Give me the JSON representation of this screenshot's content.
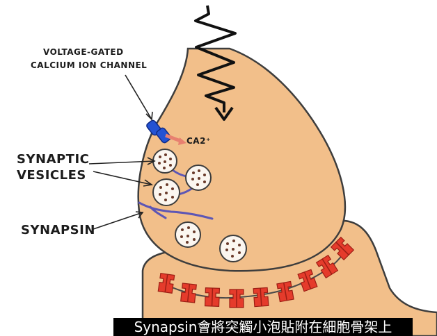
{
  "labels": {
    "channel_line1": "VOLTAGE-GATED",
    "channel_line2": "CALCIUM ION CHANNEL",
    "vesicles_line1": "SYNAPTIC",
    "vesicles_line2": "VESICLES",
    "synapsin": "SYNAPSIN",
    "ion": "CA2⁺"
  },
  "subtitle": "Synapsin會將突觸小泡貼附在細胞骨架上",
  "icons": {
    "signal": "zigzag-arrow-icon",
    "channel": "ion-channel-icon",
    "receptor": "receptor-icon"
  },
  "colors": {
    "terminal_fill": "#f2bf8a",
    "outline": "#3d3d3d",
    "receptor": "#e53b2b",
    "channel": "#2352d3",
    "synapsin": "#5d56b5",
    "subtitle_bg": "#000000"
  }
}
